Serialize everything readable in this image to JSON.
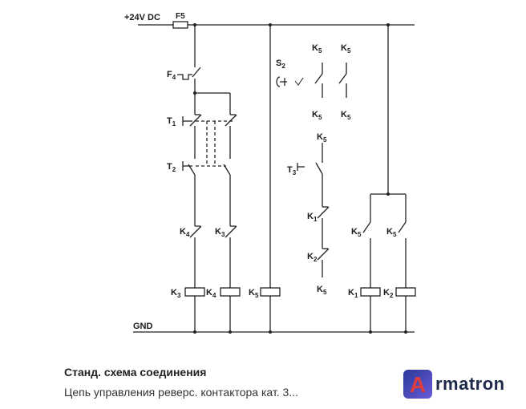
{
  "diagram": {
    "supply_label": "+24V DC",
    "ground_label": "GND",
    "labels": {
      "f5": "F5",
      "f4": "F",
      "f4_sub": "4",
      "t1": "T",
      "t1_sub": "1",
      "t2": "T",
      "t2_sub": "2",
      "t3": "T",
      "t3_sub": "3",
      "s2": "S",
      "s2_sub": "2",
      "k": "K",
      "sub1": "1",
      "sub2": "2",
      "sub3": "3",
      "sub4": "4",
      "sub5": "5"
    }
  },
  "caption": {
    "title": "Станд. схема соединения",
    "subtitle": "Цепь управления реверс. контактора кат. 3..."
  },
  "logo": {
    "letter": "A",
    "rest": "rmatron",
    "colors": {
      "badge": "#3a3aa8",
      "letter": "#d83a3a",
      "text": "#1f2a4a"
    }
  }
}
